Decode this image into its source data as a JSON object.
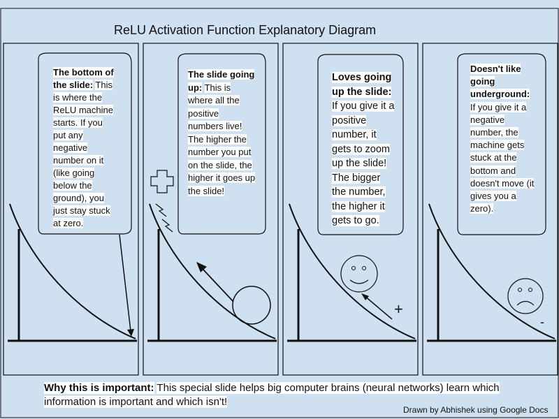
{
  "title": "ReLU Activation Function Explanatory Diagram",
  "panels": [
    {
      "heading": "The bottom of the slide:",
      "body": "This is where the ReLU machine starts. If you put any negative number on it (like going below the ground), you just stay stuck at zero."
    },
    {
      "heading": "The slide going up:",
      "body": "This is where all the positive numbers live! The higher the number you put on the slide, the higher it goes up the slide!"
    },
    {
      "heading": "Loves going up the slide:",
      "body": "If you give it a positive number, it gets to zoom up the slide! The bigger the number, the higher it gets to go.",
      "sign": "+"
    },
    {
      "heading": "Doesn't like going underground:",
      "body": "If you give it a negative number, the machine gets stuck at the bottom and doesn't move (it gives you a zero).",
      "sign": "-"
    }
  ],
  "footer": {
    "bold": "Why this is important:",
    "text": "This special slide helps big computer brains (neural networks) learn which information is important and which isn't!"
  },
  "credit": "Drawn by Abhishek using Google Docs",
  "colors": {
    "background": "#cfe0f1",
    "stroke": "#111111",
    "highlight": "#ffffff"
  }
}
